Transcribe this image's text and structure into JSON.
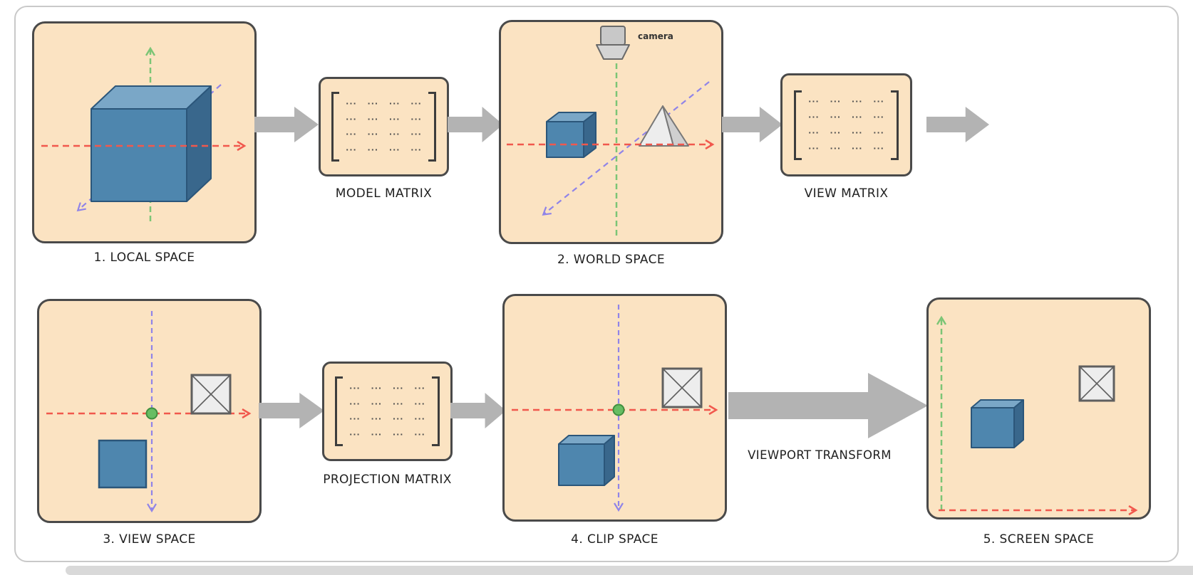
{
  "pipeline": {
    "panels": {
      "local": {
        "label": "1. LOCAL SPACE"
      },
      "world": {
        "label": "2. WORLD SPACE",
        "camera_label": "camera"
      },
      "view": {
        "label": "3. VIEW SPACE"
      },
      "clip": {
        "label": "4. CLIP SPACE"
      },
      "screen": {
        "label": "5. SCREEN SPACE"
      }
    },
    "matrices": {
      "row_dots": "··· ··· ··· ···",
      "model": {
        "label": "MODEL MATRIX"
      },
      "view": {
        "label": "VIEW MATRIX"
      },
      "projection": {
        "label": "PROJECTION MATRIX"
      }
    },
    "transform_label": "VIEWPORT TRANSFORM"
  },
  "colors": {
    "panel-bg": "#fbe3c2",
    "panel-border": "#4a4a4a",
    "arrow-gray": "#b3b3b3",
    "axis-red": "#f1584d",
    "axis-green": "#7cc576",
    "axis-purple": "#9084e8",
    "cube-blue": "#4e86ae",
    "label-text": "#1f1f1f"
  }
}
